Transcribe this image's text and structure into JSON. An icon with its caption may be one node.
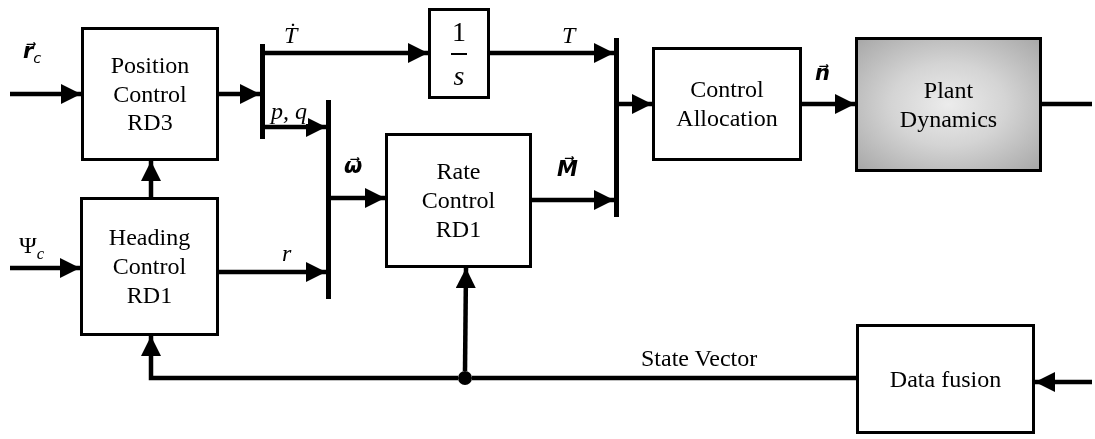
{
  "diagram": {
    "nodes": [
      {
        "text": [
          "Position Control RD3"
        ]
      },
      {
        "text": [
          "1",
          "s"
        ]
      },
      {
        "text": [
          "Heading Control RD1"
        ]
      },
      {
        "text": [
          "Rate Control RD1"
        ]
      },
      {
        "text": [
          "Control Allocation"
        ]
      },
      {
        "text": [
          "Plant Dynamics"
        ]
      },
      {
        "text": [
          "Data fusion"
        ]
      },
      {
        "text": [],
        "shape": "bar"
      },
      {
        "text": [],
        "shape": "bar"
      },
      {
        "text": [],
        "shape": "bar"
      },
      {
        "text": [],
        "shape": "circle"
      }
    ],
    "edges": [
      {
        "from": null,
        "to": 0,
        "arrow": "to",
        "label": "r⃗$_{c}$"
      },
      {
        "from": null,
        "to": 2,
        "arrow": "to",
        "label": "Ψ$_{c}$"
      },
      {
        "from": 0,
        "to": 7,
        "arrow": "to"
      },
      {
        "from": 7,
        "to": 1,
        "arrow": "to",
        "label": "Ṫ"
      },
      {
        "from": 1,
        "to": 9,
        "arrow": "to",
        "label": "T"
      },
      {
        "from": 7,
        "to": 8,
        "arrow": "to",
        "label": "p, q"
      },
      {
        "from": 2,
        "to": 8,
        "arrow": "to",
        "label": "r"
      },
      {
        "from": 8,
        "to": 3,
        "arrow": "to",
        "label": "ω⃗"
      },
      {
        "from": 3,
        "to": 9,
        "arrow": "to",
        "label": "M⃗"
      },
      {
        "from": 9,
        "to": 4,
        "arrow": "to"
      },
      {
        "from": 4,
        "to": 5,
        "arrow": "to",
        "label": "n⃗"
      },
      {
        "from": 5,
        "to": null,
        "arrow": "none"
      },
      {
        "from": null,
        "to": 6,
        "arrow": "to"
      },
      {
        "from": 6,
        "to": 10,
        "arrow": "none",
        "label": "State Vector"
      },
      {
        "from": 10,
        "to": 3,
        "arrow": "to"
      },
      {
        "from": 10,
        "to": 2,
        "arrow": "to"
      },
      {
        "from": 2,
        "to": 0,
        "arrow": "to"
      }
    ]
  }
}
